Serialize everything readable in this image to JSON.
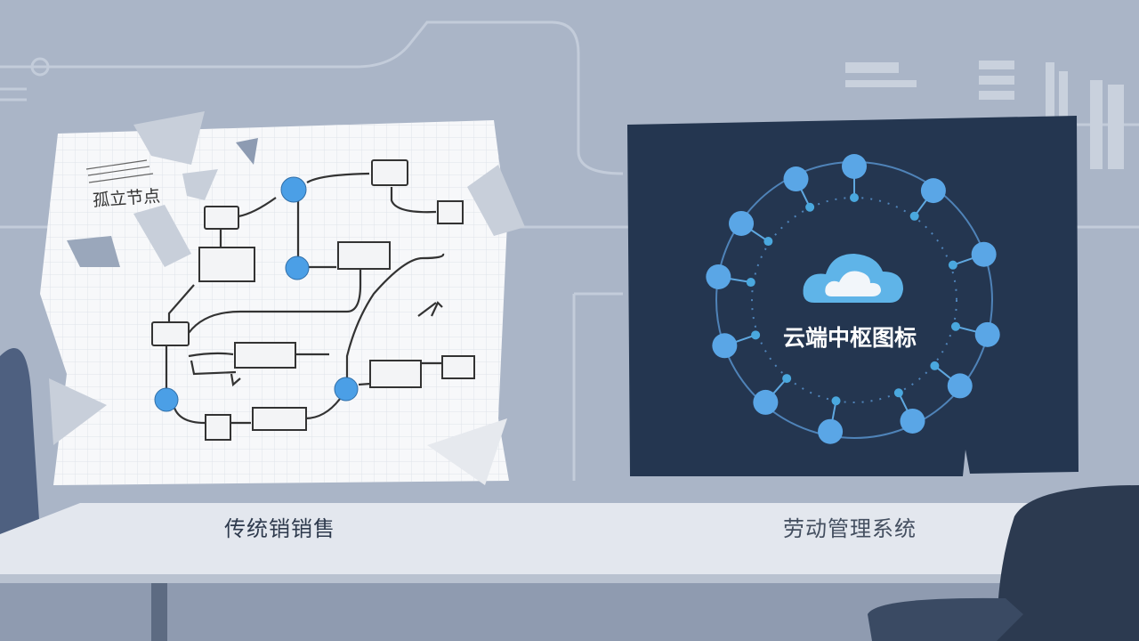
{
  "left_panel": {
    "note_title": "孤立节点",
    "caption": "传统销销售"
  },
  "right_panel": {
    "hub_title": "云端中枢图标",
    "caption": "劳动管理系统"
  },
  "colors": {
    "background": "#aab5c7",
    "paper": "#f7f8fa",
    "dark_panel": "#243650",
    "node_blue": "#4b9fe6",
    "cloud_blue": "#5fb4e8",
    "table": "#e3e7ee",
    "chair": "#2c3a50"
  }
}
